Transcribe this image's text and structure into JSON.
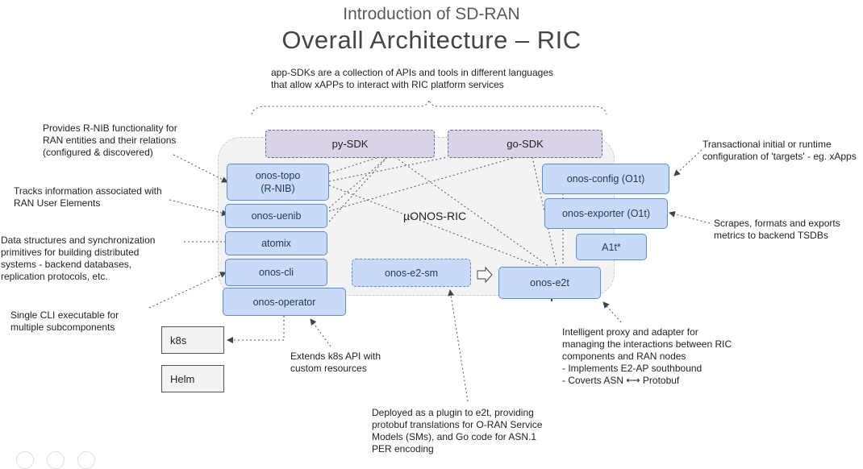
{
  "header": {
    "subtitle": "Introduction of SD-RAN",
    "title": "Overall Architecture – RIC"
  },
  "notes": {
    "sdk_desc": "app-SDKs are a collection of APIs and tools in different languages\nthat allow xAPPs to interact with RIC platform services",
    "topo_desc": "Provides R-NIB functionality for\nRAN entities and their relations\n(configured & discovered)",
    "uenib_desc": "Tracks information associated with\nRAN User Elements",
    "atomix_desc": "Data structures and synchronization\nprimitives for building distributed\nsystems - backend databases,\nreplication protocols, etc.",
    "cli_desc": "Single CLI executable for\nmultiple subcomponents",
    "operator_desc": "Extends k8s API with\ncustom resources",
    "config_desc": "Transactional initial or runtime\nconfiguration of 'targets' - eg. xApps",
    "exporter_desc": "Scrapes, formats and exports\nmetrics to backend TSDBs",
    "e2t_desc": "Intelligent proxy and adapter for\nmanaging the interactions between RIC\ncomponents and RAN nodes\n - Implements E2-AP southbound\n - Coverts ASN ⟷ Protobuf",
    "e2sm_desc": "Deployed as a plugin to e2t, providing\nprotobuf translations for O-RAN Service\nModels (SMs), and Go code for ASN.1\nPER encoding"
  },
  "sdks": {
    "py": "py-SDK",
    "go": "go-SDK"
  },
  "region_label": "µONOS-RIC",
  "components": {
    "topo": "onos-topo\n(R-NIB)",
    "uenib": "onos-uenib",
    "atomix": "atomix",
    "cli": "onos-cli",
    "operator": "onos-operator",
    "e2sm": "onos-e2-sm",
    "e2t": "onos-e2t",
    "config": "onos-config (O1t)",
    "exporter": "onos-exporter (O1t)",
    "a1t": "A1t*"
  },
  "docs": {
    "k8s": "k8s",
    "helm": "Helm"
  }
}
